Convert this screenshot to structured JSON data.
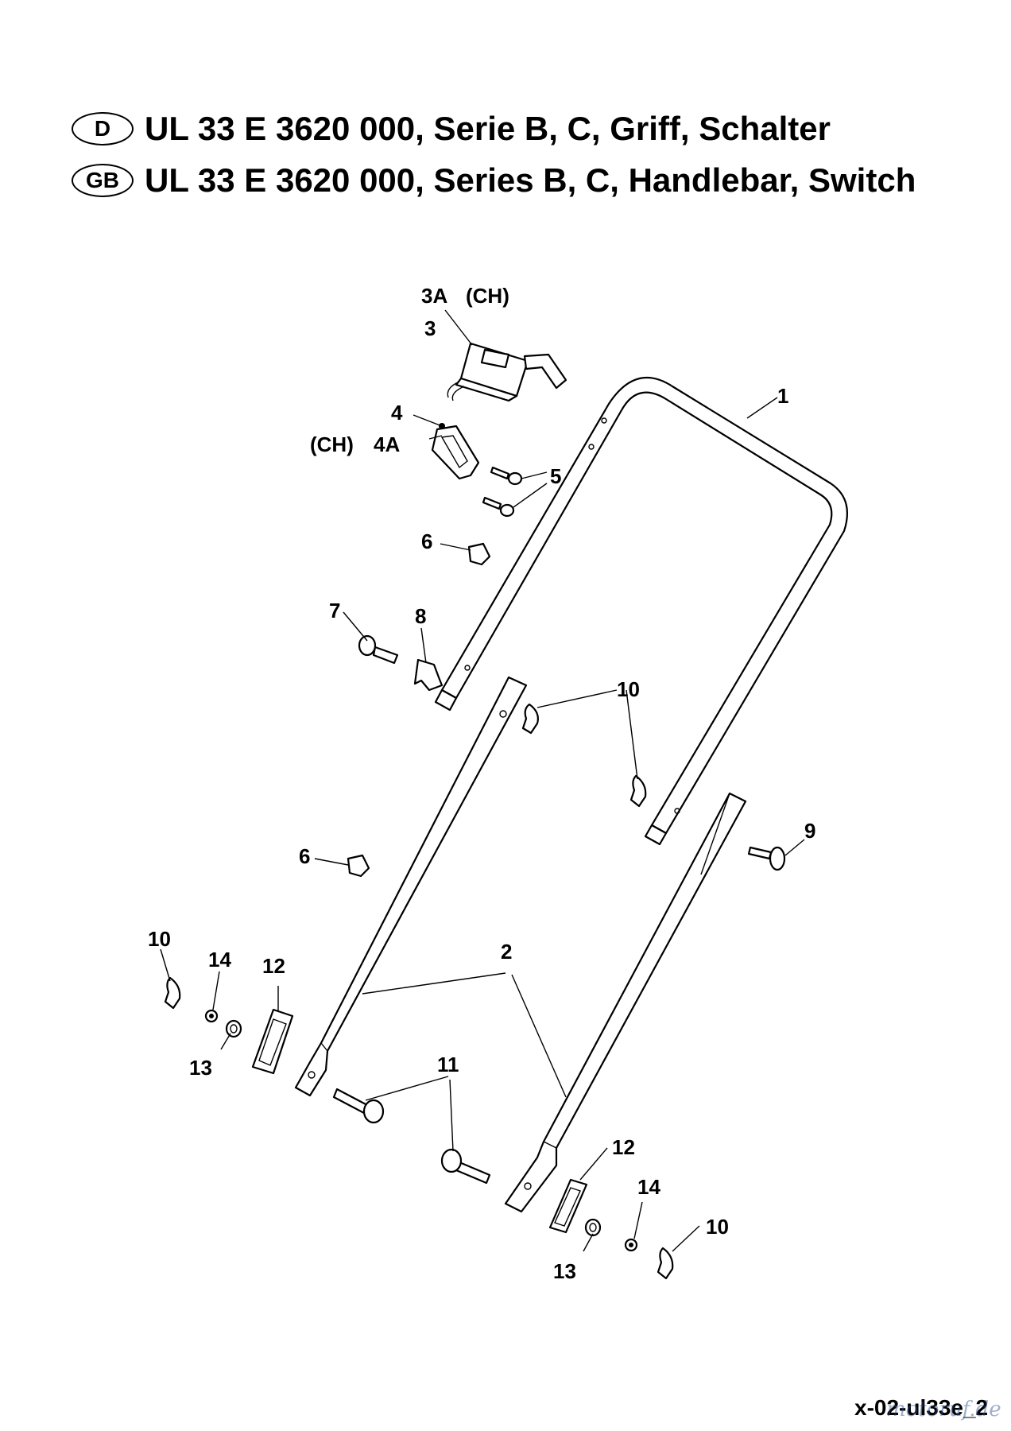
{
  "header": {
    "line1": {
      "lang": "D",
      "text": "UL 33 E  3620 000, Serie B, C, Griff, Schalter"
    },
    "line2": {
      "lang": "GB",
      "text": "UL 33 E  3620 000, Series B, C, Handlebar, Switch"
    }
  },
  "labels": {
    "l1": "1",
    "l2": "2",
    "l3": "3",
    "l3a": "3A",
    "l3a_ch": "(CH)",
    "l4": "4",
    "l4a": "4A",
    "l4a_ch": "(CH)",
    "l5": "5",
    "l6a": "6",
    "l6b": "6",
    "l7": "7",
    "l8": "8",
    "l9": "9",
    "l10a": "10",
    "l10b": "10",
    "l10c": "10",
    "l11": "11",
    "l12a": "12",
    "l12b": "12",
    "l13a": "13",
    "l13b": "13",
    "l14a": "14",
    "l14b": "14"
  },
  "footer": {
    "code": "x-02-ul33e_2",
    "watermark": "motoruf.de"
  }
}
